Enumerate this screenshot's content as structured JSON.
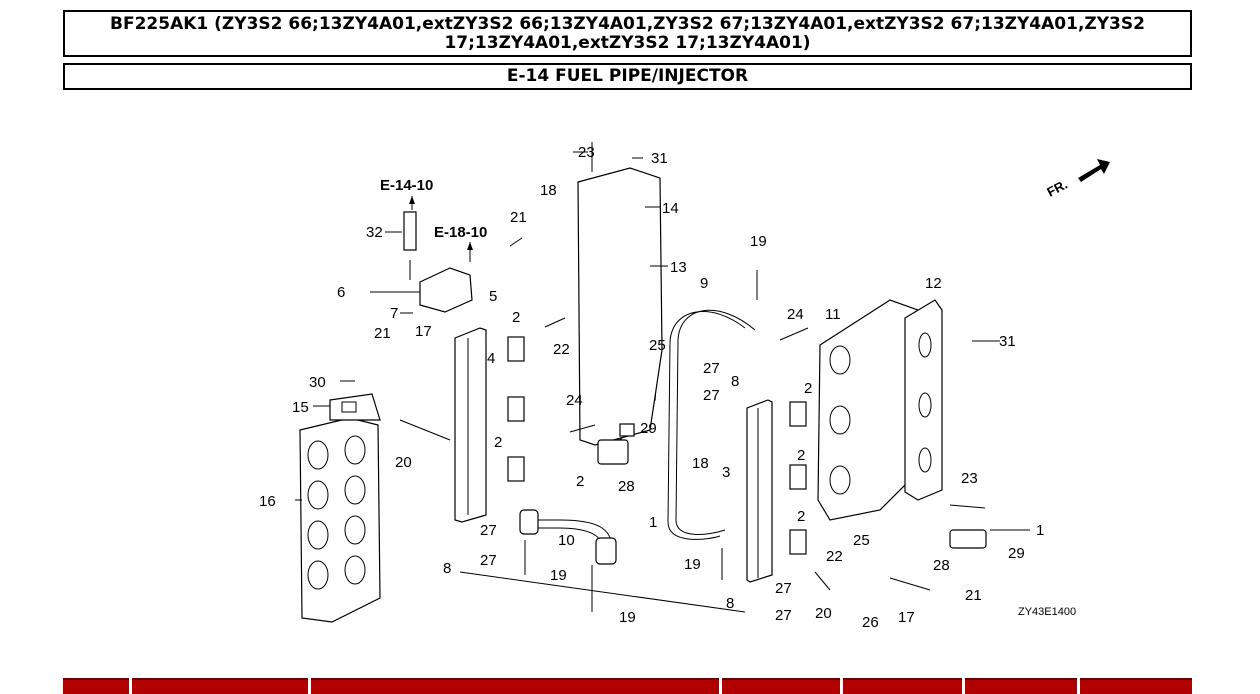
{
  "header": {
    "model": "BF225AK1 (ZY3S2 66;13ZY4A01,extZY3S2 66;13ZY4A01,ZY3S2 67;13ZY4A01,extZY3S2 67;13ZY4A01,ZY3S2 17;13ZY4A01,extZY3S2 17;13ZY4A01)",
    "section": "E-14 FUEL PIPE/INJECTOR"
  },
  "diagram": {
    "code": "ZY43E1400",
    "direction_marker": "FR.",
    "refs": [
      "E-14-10",
      "E-18-10"
    ],
    "callouts": [
      "1",
      "1",
      "2",
      "2",
      "2",
      "2",
      "2",
      "2",
      "3",
      "4",
      "5",
      "6",
      "7",
      "8",
      "8",
      "8",
      "9",
      "10",
      "11",
      "12",
      "13",
      "14",
      "15",
      "16",
      "17",
      "17",
      "18",
      "18",
      "19",
      "19",
      "19",
      "19",
      "20",
      "20",
      "21",
      "21",
      "21",
      "22",
      "22",
      "23",
      "23",
      "24",
      "24",
      "25",
      "25",
      "26",
      "27",
      "27",
      "27",
      "27",
      "27",
      "27",
      "28",
      "28",
      "29",
      "29",
      "30",
      "31",
      "31",
      "32"
    ]
  },
  "table": {
    "header_color": "#b00000"
  }
}
